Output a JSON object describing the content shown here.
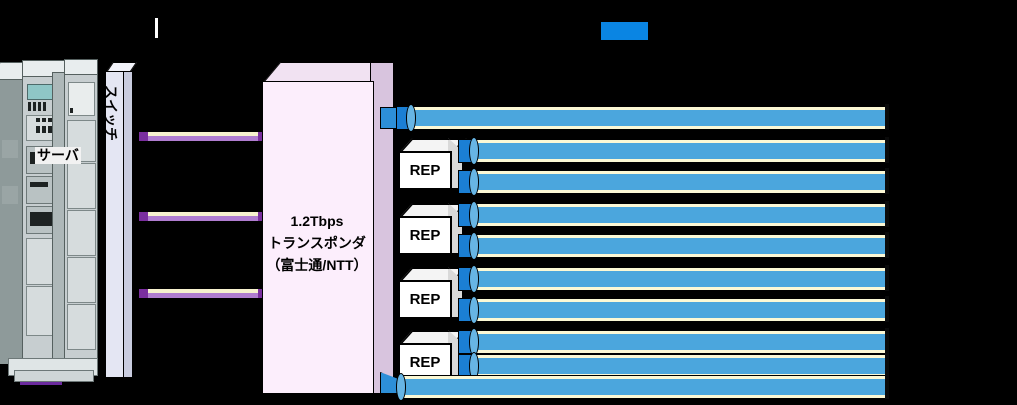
{
  "diagram": {
    "title_hidden": "",
    "caret_artifact": "|",
    "server": {
      "label": "サーバ",
      "name": "server-rack"
    },
    "switch": {
      "label": "スイッチ",
      "name": "network-switch"
    },
    "transponder": {
      "line1": "1.2Tbps",
      "line2": "トランスポンダ",
      "line3": "（富士通/NTT）"
    },
    "repeaters": [
      {
        "label": "REP"
      },
      {
        "label": "REP"
      },
      {
        "label": "REP"
      },
      {
        "label": "REP"
      }
    ],
    "cables": [
      {
        "id": "cable-1"
      },
      {
        "id": "cable-2"
      },
      {
        "id": "cable-3"
      }
    ],
    "fiber_bars": [
      {
        "id": "fiber-1"
      },
      {
        "id": "fiber-2"
      },
      {
        "id": "fiber-3"
      },
      {
        "id": "fiber-4"
      },
      {
        "id": "fiber-5"
      },
      {
        "id": "fiber-6"
      },
      {
        "id": "fiber-7"
      },
      {
        "id": "fiber-8"
      },
      {
        "id": "fiber-9"
      },
      {
        "id": "fiber-10"
      }
    ],
    "badge": {
      "label": ""
    },
    "colors": {
      "fiber_blue": "#4ba6dd",
      "fiber_edge_cream": "#fbf8d5",
      "connector_blue": "#1b7fd4",
      "transponder_pink": "#fceefc",
      "transponder_side": "#d8c4de",
      "switch_face": "#e4e6f3",
      "cable_purple": "#b07dd0",
      "cable_cream": "#f7f2cf",
      "connector_purple": "#7a2f9e",
      "badge_blue": "#0a85e3",
      "rule_purple": "#6b2a9e",
      "background": "#000000"
    }
  }
}
